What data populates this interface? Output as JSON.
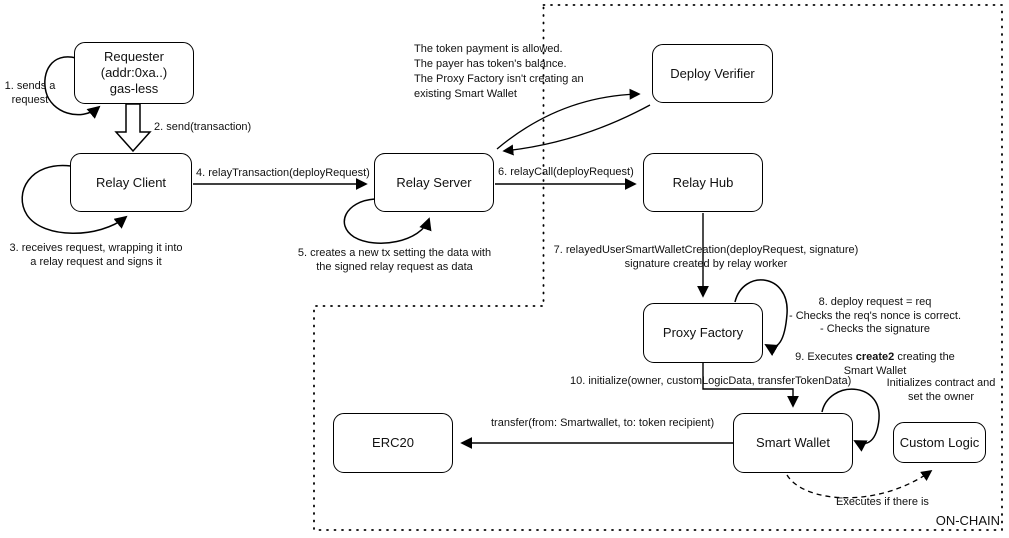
{
  "colors": {
    "ink": "#000000",
    "paper": "#ffffff"
  },
  "region": {
    "on_chain_label": "ON-CHAIN"
  },
  "nodes": {
    "requester": "Requester\n(addr:0xa..)\ngas-less",
    "relay_client": "Relay Client",
    "relay_server": "Relay Server",
    "deploy_verifier": "Deploy Verifier",
    "relay_hub": "Relay Hub",
    "proxy_factory": "Proxy Factory",
    "smart_wallet": "Smart Wallet",
    "erc20": "ERC20",
    "custom_logic": "Custom Logic"
  },
  "labels": {
    "step1": "1. sends a\nrequest",
    "step2": "2. send(transaction)",
    "step3": "3. receives request, wrapping it into\na relay request and signs it",
    "step4": "4. relayTransaction(deployRequest)",
    "step5": "5. creates a new tx setting the data with\nthe signed relay request as data",
    "step6": "6. relayCall(deployRequest)",
    "step7": "7. relayedUserSmartWalletCreation(deployRequest, signature)\nsignature created by relay worker",
    "step8": "8. deploy request = req\n- Checks the req's nonce is correct.\n- Checks the signature",
    "step9_pre": "9. Executes ",
    "step9_bold": "create2",
    "step9_post": " creating the\nSmart Wallet",
    "step10": "10. initialize(owner, customLogicData, transferTokenData)",
    "verifier_note": "The token payment is allowed.\nThe payer has token's balance.\nThe Proxy Factory isn't creating an\nexisting Smart Wallet",
    "transfer": "transfer(from: Smartwallet, to: token recipient)",
    "init_note": "Initializes contract and\nset the owner",
    "executes_note": "Executes if there is",
    "on_chain": "ON-CHAIN"
  }
}
